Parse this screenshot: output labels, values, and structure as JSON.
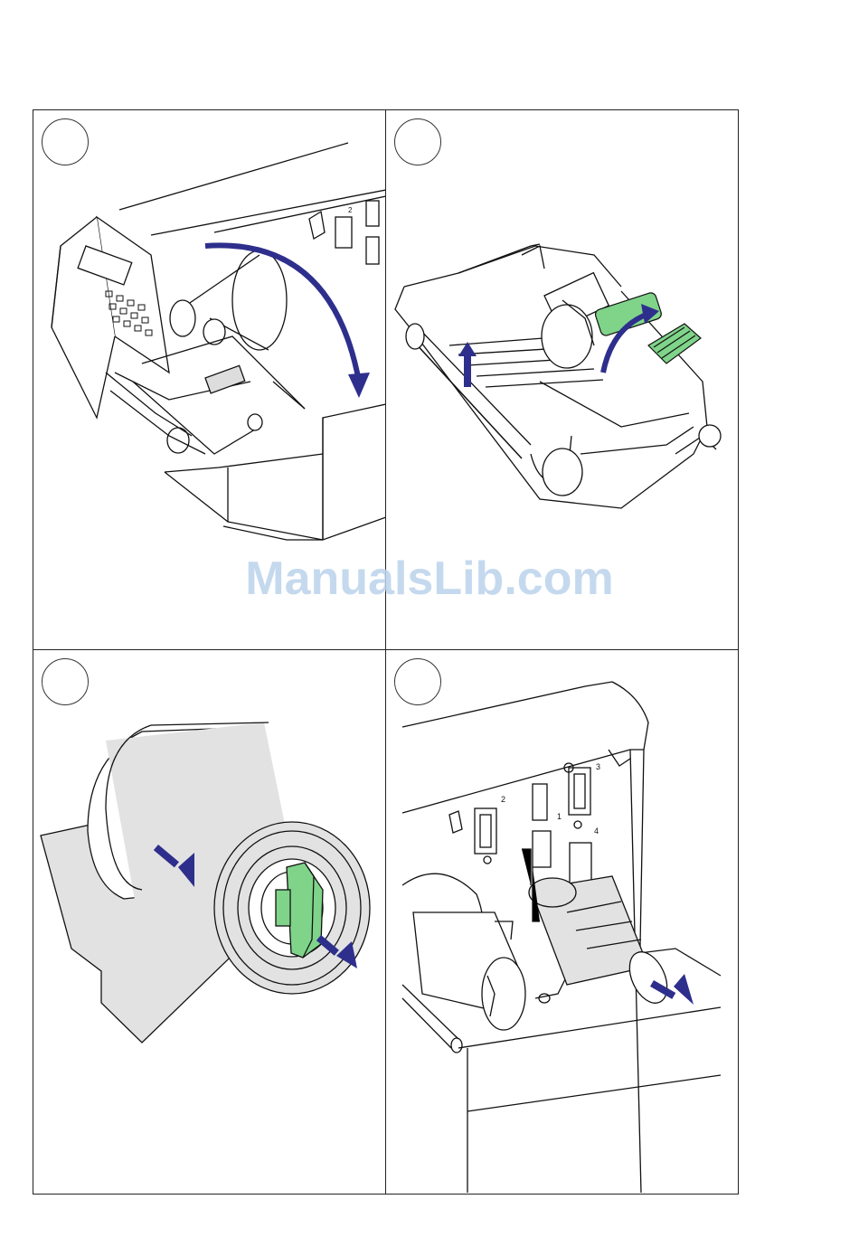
{
  "watermark": {
    "text": "ManualsLib.com"
  },
  "colors": {
    "arrow": "#2e2f8c",
    "green": "#7fd48a",
    "gray_fill": "#e2e2e2",
    "line": "#111111"
  },
  "panels": [
    {
      "name": "open-printhead-panel",
      "step_number": "",
      "icon": "curved-arrow-icon"
    },
    {
      "name": "lift-printhead-panel",
      "step_number": "",
      "icon": "rotate-arrow-icon"
    },
    {
      "name": "ribbon-roll-panel",
      "step_number": "",
      "icon": "arrow-right-down-icon"
    },
    {
      "name": "ribbon-rewind-panel",
      "step_number": "",
      "icon": "arrow-right-down-icon"
    }
  ],
  "panel4_labels": {
    "label_1": "1",
    "label_2": "2",
    "label_3": "3",
    "label_4": "4"
  },
  "panel1_labels": {
    "label_2": "2"
  }
}
